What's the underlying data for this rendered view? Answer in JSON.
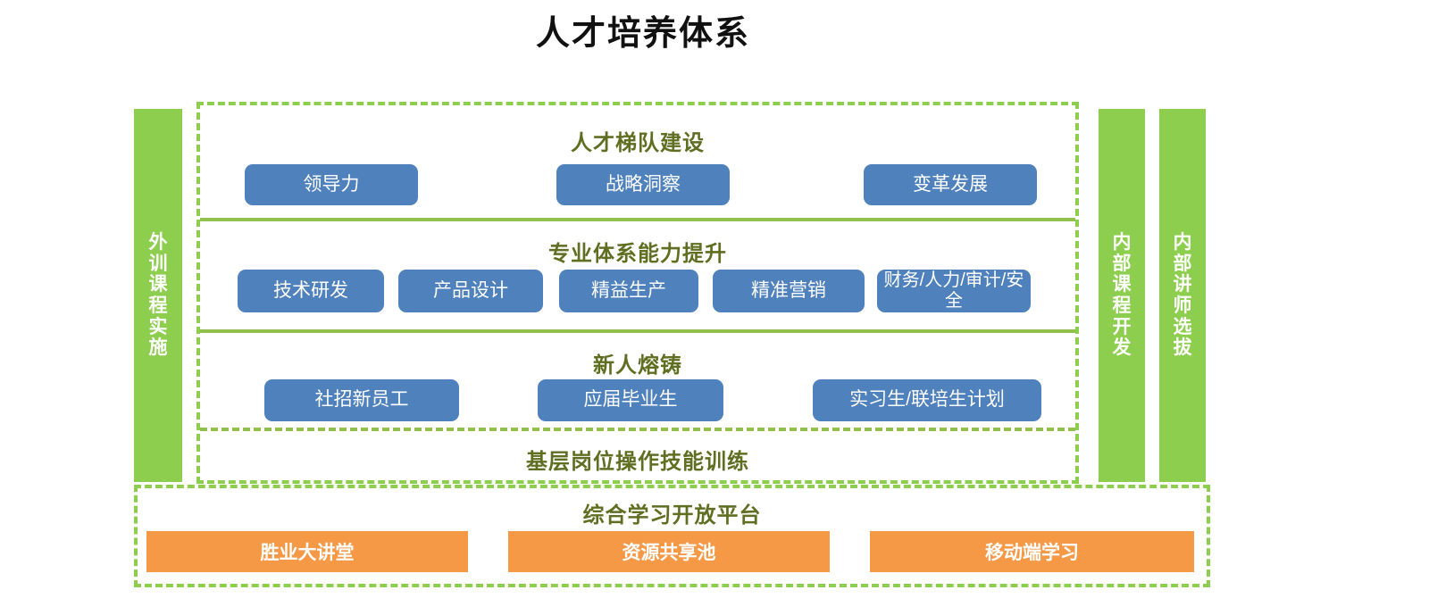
{
  "title": "人才培养体系",
  "colors": {
    "green": "#8DCE4F",
    "green_line": "#92C04C",
    "heading_olive": "#5F6F22",
    "blue": "#4F81BD",
    "orange": "#F59947",
    "title_black": "#111111"
  },
  "side_bars": {
    "left": {
      "label": "外训课程实施"
    },
    "right": [
      {
        "label": "内部课程开发"
      },
      {
        "label": "内部讲师选拔"
      }
    ]
  },
  "rows": [
    {
      "heading": "人才梯队建设",
      "items": [
        {
          "label": "领导力"
        },
        {
          "label": "战略洞察"
        },
        {
          "label": "变革发展"
        }
      ]
    },
    {
      "heading": "专业体系能力提升",
      "items": [
        {
          "label": "技术研发"
        },
        {
          "label": "产品设计"
        },
        {
          "label": "精益生产"
        },
        {
          "label": "精准营销"
        },
        {
          "label": "财务/人力/审计/安全"
        }
      ]
    },
    {
      "heading": "新人熔铸",
      "items": [
        {
          "label": "社招新员工"
        },
        {
          "label": "应届毕业生"
        },
        {
          "label": "实习生/联培生计划"
        }
      ]
    },
    {
      "heading": "基层岗位操作技能训练",
      "items": []
    }
  ],
  "platform": {
    "heading": "综合学习开放平台",
    "items": [
      {
        "label": "胜业大讲堂"
      },
      {
        "label": "资源共享池"
      },
      {
        "label": "移动端学习"
      }
    ]
  }
}
